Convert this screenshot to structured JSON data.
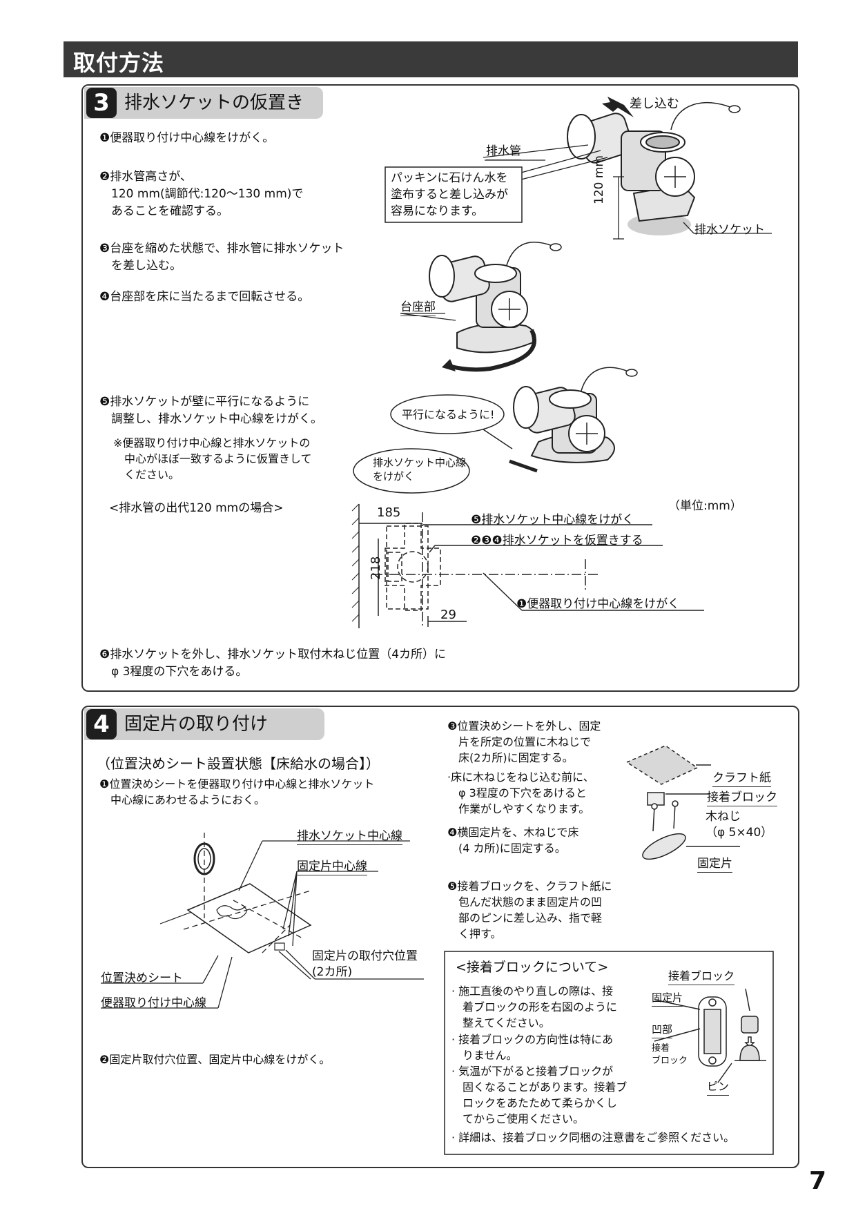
{
  "header": {
    "title": "取付方法"
  },
  "section3": {
    "number": "3",
    "title": "排水ソケットの仮置き",
    "steps": {
      "s1": "❶便器取り付け中心線をけがく。",
      "s2": "❷排水管高さが、\n　120 mm(調節代:120～130 mm)で\n　あることを確認する。",
      "s3": "❸台座を縮めた状態で、排水管に排水ソケット\n　を差し込む。",
      "s4": "❹台座部を床に当たるまで回転させる。",
      "s5": "❺排水ソケットが壁に平行になるように\n　調整し、排水ソケット中心線をけがく。",
      "s5note": "※便器取り付け中心線と排水ソケットの\n　中心がほぼ一致するように仮置きして\n　ください。",
      "case": "<排水管の出代120 mmの場合>",
      "s6": "❻排水ソケットを外し、排水ソケット取付木ねじ位置（4カ所）に\n　φ 3程度の下穴をあける。"
    },
    "labels": {
      "insert": "差し込む",
      "pipe": "排水管",
      "packing": "パッキンに石けん水を\n塗布すると差し込みが\n容易になります。",
      "height": "120 mm",
      "socket": "排水ソケット",
      "base": "台座部",
      "parallel": "平行になるように!",
      "mark_line": "排水ソケット中心線\nをけがく",
      "unit": "（単位:mm）",
      "dim185": "185",
      "dim218": "218",
      "dim29": "29",
      "d5": "❺排水ソケット中心線をけがく",
      "d234": "❷❸❹排水ソケットを仮置きする",
      "d1": "❶便器取り付け中心線をけがく"
    }
  },
  "section4": {
    "number": "4",
    "title": "固定片の取り付け",
    "subtitle": "（位置決めシート設置状態【床給水の場合】）",
    "steps": {
      "s1": "❶位置決めシートを便器取り付け中心線と排水ソケット\n　中心線にあわせるようにおく。",
      "s2": "❷固定片取付穴位置、固定片中心線をけがく。",
      "s3": "❸位置決めシートを外し、固定\n　片を所定の位置に木ねじで\n　床(2カ所)に固定する。",
      "s3note": "·床に木ねじをねじ込む前に、\n　φ 3程度の下穴をあけると\n　作業がしやすくなります。",
      "s4": "❹横固定片を、木ねじで床\n　(4 カ所)に固定する。",
      "s5": "❺接着ブロックを、クラフト紙に\n　包んだ状態のまま固定片の凹\n　部のピンに差し込み、指で軽\n　く押す。"
    },
    "labels": {
      "socket_center": "排水ソケット中心線",
      "piece_center": "固定片中心線",
      "holes": "固定片の取付穴位置\n(2カ所)",
      "sheet": "位置決めシート",
      "toilet_center": "便器取り付け中心線",
      "kraft": "クラフト紙",
      "block": "接着ブロック",
      "screw": "木ねじ\n（φ 5×40）",
      "piece": "固定片"
    },
    "notebox": {
      "title": "<接着ブロックについて>",
      "b1": "· 施工直後のやり直しの際は、接\n　着ブロックの形を右図のように\n　整えてください。",
      "b2": "· 接着ブロックの方向性は特にあ\n　りません。",
      "b3": "· 気温が下がると接着ブロックが\n　固くなることがあります。接着ブ\n　ロックをあたためて柔らかくし\n　てからご使用ください。",
      "b4": "· 詳細は、接着ブロック同梱の注意書をご参照ください。",
      "fig_block": "接着ブロック",
      "fig_piece": "固定片",
      "fig_recess": "凹部",
      "fig_block2": "接着\nブロック",
      "fig_pin": "ピン"
    }
  },
  "page_number": "7"
}
